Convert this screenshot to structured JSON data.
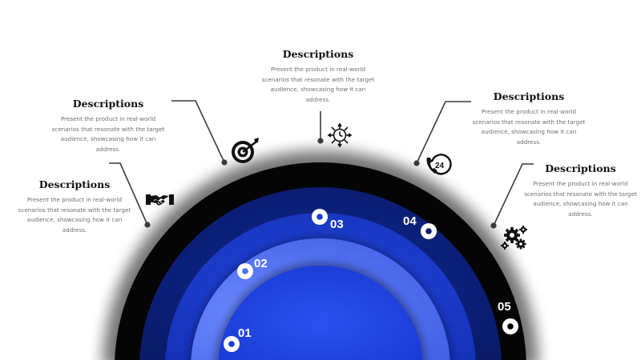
{
  "items": [
    {
      "number": "01",
      "title": "Descriptions",
      "body": "Present the product in real-world scenarios that resonate with the target audience, showcasing how it can address.",
      "icon": "handshake-icon"
    },
    {
      "number": "02",
      "title": "Descriptions",
      "body": "Present the product in real-world scenarios that resonate with the target audience, showcasing how it can address.",
      "icon": "target-icon"
    },
    {
      "number": "03",
      "title": "Descriptions",
      "body": "Present the product in real-world scenarios that resonate with the target audience, showcasing how it can address.",
      "icon": "network-clock-icon"
    },
    {
      "number": "04",
      "title": "Descriptions",
      "body": "Present the product in real-world scenarios that resonate with the target audience, showcasing how it can address.",
      "icon": "phone-24-icon"
    },
    {
      "number": "05",
      "title": "Descriptions",
      "body": "Present the product in real-world scenarios that resonate with the target audience, showcasing how it can address.",
      "icon": "gears-icon"
    }
  ],
  "colors": {
    "ring_outer": "#050505",
    "ring_2": "#0c1d6b",
    "ring_3": "#1b3bd0",
    "ring_4": "#4d6ff0",
    "core": "#1f45e8",
    "text_dark": "#111111",
    "text_muted": "#6f6f6f"
  }
}
